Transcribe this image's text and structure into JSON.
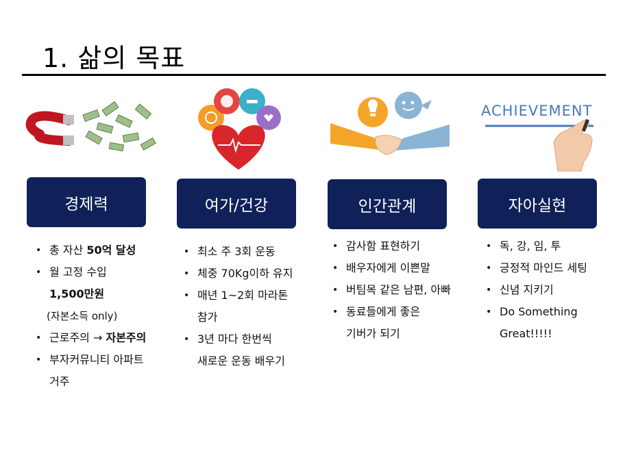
{
  "title": "1. 삶의 목표",
  "illustrations": {
    "money": "money-magnet-illustration",
    "health": "health-heart-illustration",
    "relation": "handshake-illustration",
    "achievement": {
      "icon": "achievement-hand-illustration",
      "text": "ACHIEVEMENT"
    }
  },
  "columns": [
    {
      "header": "경제력",
      "items": [
        {
          "prefix": "총 자산 ",
          "bold": "50억 달성"
        },
        {
          "text": "월 고정 수입",
          "bold2": "1,500만원",
          "note": "(자본소득 only)"
        },
        {
          "prefix": "근로주의 → ",
          "bold": "자본주의"
        },
        {
          "text": "부자커뮤니티 아파트",
          "line2": "거주"
        }
      ]
    },
    {
      "header": "여가/건강",
      "items": [
        {
          "text": "최소 주 3회 운동"
        },
        {
          "text": "체중 70Kg이하 유지"
        },
        {
          "text": "매년 1~2회 마라톤",
          "line2": "참가"
        },
        {
          "text": "3년 마다 한번씩",
          "line2": "새로운 운동 배우기"
        }
      ]
    },
    {
      "header": "인간관계",
      "items": [
        {
          "text": "감사함 표현하기"
        },
        {
          "text": "배우자에게 이쁜말"
        },
        {
          "text": "버팀목 같은 남편, 아빠"
        },
        {
          "text": "동료들에게 좋은",
          "line2": "기버가 되기"
        }
      ]
    },
    {
      "header": "자아실현",
      "items": [
        {
          "text": "독, 강, 임, 투"
        },
        {
          "text": "긍정적 마인드 세팅"
        },
        {
          "text": "신념 지키기"
        },
        {
          "text": "Do Something",
          "line2": "Great!!!!!"
        }
      ]
    }
  ]
}
